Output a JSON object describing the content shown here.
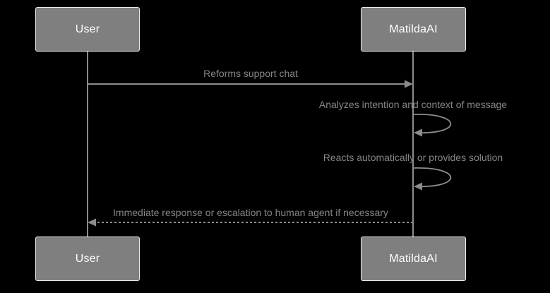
{
  "diagram": {
    "type": "sequence-diagram",
    "colors": {
      "background": "#000000",
      "actor_fill": "#7f7f7f",
      "actor_border": "#ededed",
      "actor_text": "#ffffff",
      "line": "#8c8c8c",
      "message_text": "#868686"
    },
    "actors": [
      {
        "label": "User"
      },
      {
        "label": "MatildaAI"
      }
    ],
    "messages": [
      {
        "label": "Reforms support chat",
        "from": "User",
        "to": "MatildaAI",
        "line": "solid"
      },
      {
        "label": "Analyzes intention and context of message",
        "from": "MatildaAI",
        "to": "MatildaAI",
        "line": "self-loop"
      },
      {
        "label": "Reacts automatically or provides solution",
        "from": "MatildaAI",
        "to": "MatildaAI",
        "line": "self-loop"
      },
      {
        "label": "Immediate response or escalation to human agent if necessary",
        "from": "MatildaAI",
        "to": "User",
        "line": "dashed"
      }
    ]
  }
}
